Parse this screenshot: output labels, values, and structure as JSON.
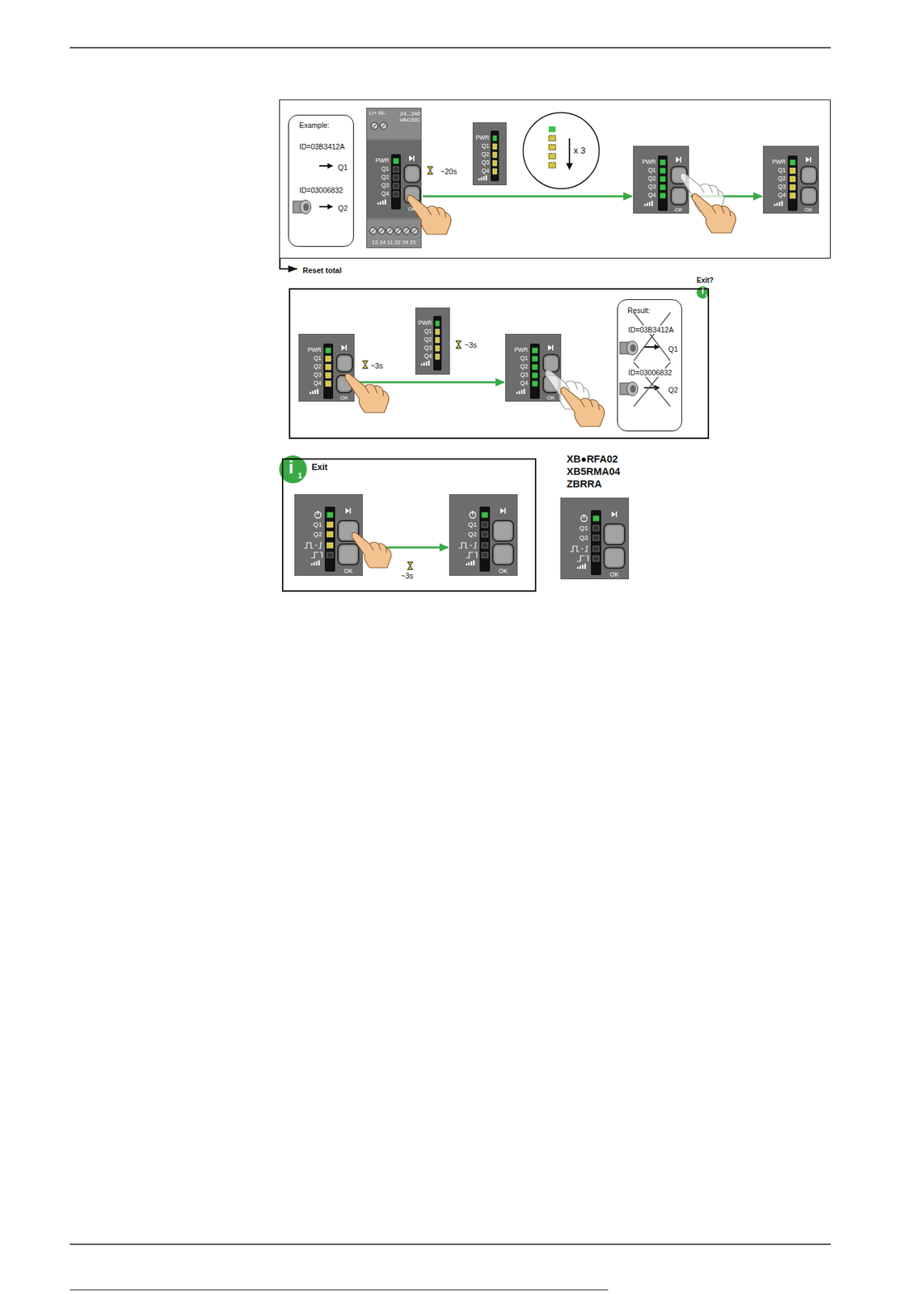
{
  "diagram": {
    "nodes": [
      {
        "text": []
      },
      {
        "text": [
          "Example:",
          "ID=03B3412A",
          "Q1",
          "ID=03006832",
          "Q2"
        ],
        "in": 0
      },
      {
        "text": [
          "L/+ N/-",
          "24...240 VAC/DC",
          "PWR",
          "Q1",
          "Q2",
          "Q3",
          "Q4",
          "OK",
          "12 14 11 22 24 21"
        ],
        "in": 0
      },
      {
        "text": [
          "PWR",
          "Q1",
          "Q2",
          "Q3",
          "Q4"
        ],
        "in": 0
      },
      {
        "text": [
          "PWR",
          "Q1",
          "Q2",
          "Q3",
          "Q4",
          "OK"
        ],
        "in": 0
      },
      {
        "text": [
          "PWR",
          "Q1",
          "Q2",
          "Q3",
          "Q4",
          "OK"
        ],
        "in": 0
      },
      {
        "text": [
          "Reset total"
        ]
      },
      {
        "text": [
          "PWR",
          "Q1",
          "Q2",
          "Q3",
          "Q4",
          "OK"
        ],
        "in": 6
      },
      {
        "text": [
          "PWR",
          "Q1",
          "Q2",
          "Q3",
          "Q4"
        ],
        "in": 6
      },
      {
        "text": [
          "PWR",
          "Q1",
          "Q2",
          "Q3",
          "Q4",
          "OK"
        ],
        "in": 6
      },
      {
        "text": [
          "Result:",
          "ID=03B3412A",
          "Q1",
          "ID=03006832",
          "Q2"
        ],
        "in": 6
      },
      {
        "text": [
          "Exit"
        ]
      },
      {
        "text": [
          "Q1",
          "Q2",
          "OK"
        ],
        "in": 11
      },
      {
        "text": [
          "Q1",
          "Q2",
          "OK"
        ],
        "in": 11
      },
      {
        "text": [
          "Q1",
          "Q2",
          "OK"
        ]
      }
    ],
    "edges": [
      {
        "from": 2,
        "to": 4,
        "arrow": "to"
      },
      {
        "from": 4,
        "to": 5,
        "arrow": "to"
      },
      {
        "from": 7,
        "to": 9,
        "arrow": "to"
      },
      {
        "from": 12,
        "to": 13,
        "arrow": "to"
      },
      {
        "from": 0,
        "to": 6,
        "arrow": "to"
      }
    ],
    "labels": [
      "~20s",
      "x 3",
      "Exit?",
      "i",
      "1",
      "~3s",
      "~3s",
      "i",
      "1",
      "~3s",
      "XB●RFA02",
      "XB5RMA04",
      "ZBRRA"
    ]
  }
}
